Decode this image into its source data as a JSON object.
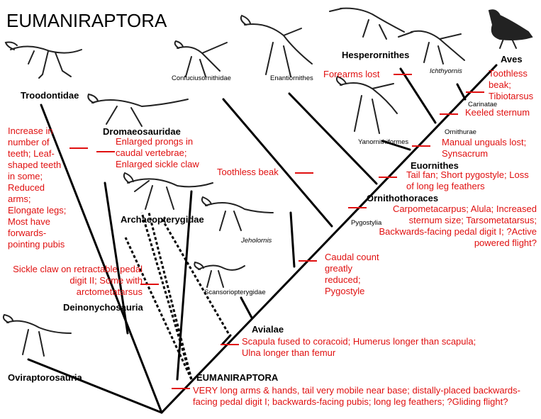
{
  "title": "EUMANIRAPTORA",
  "clades": {
    "troodontidae": "Troodontidae",
    "dromaeosauridae": "Dromaeosauridae",
    "archaeopterygidae": "Archaeopterygidae",
    "deinonychosauria": "Deinonychosauria",
    "oviraptorosauria": "Oviraptorosauria",
    "avialae": "Avialae",
    "eumaniraptora": "EUMANIRAPTORA",
    "hesperornithes": "Hesperornithes",
    "aves": "Aves",
    "euornithes": "Euornithes",
    "ornithothoraces": "Ornithothoraces"
  },
  "taxa": {
    "confuciusornithidae": "Confuciusornithidae",
    "enantiornithes": "Enantiornithes",
    "ichthyornis": "Ichthyornis",
    "carinatae": "Carinatae",
    "ornithurae": "Ornithurae",
    "yanornithiformes": "Yanornithiformes",
    "pygostylia": "Pygostylia",
    "jeholornis": "Jeholornis",
    "scansoriopterygidae": "Scansoriopterygidae"
  },
  "traits": {
    "troodontidae": "Increase in number of teeth; Leaf-shaped teeth in some; Reduced arms; Elongate legs; Most have forwards-pointing pubis",
    "dromaeosauridae": "Enlarged prongs in caudal vertebrae; Enlarged sickle claw",
    "deinonychosauria": "Sickle claw on retractable pedal digit II; Some with arctometatarsus",
    "eumaniraptora": "VERY long arms & hands, tail very mobile near base; distally-placed backwards-facing pedal digit I; backwards-facing pubis; long leg feathers; ?Gliding flight?",
    "avialae": "Scapula fused to coracoid; Humerus longer than scapula; Ulna longer than femur",
    "pygostylia": "Caudal count greatly reduced; Pygostyle",
    "confuciusornithidae": "Toothless beak",
    "ornithothoraces": "Carpometacarpus; Alula; Increased sternum size; Tarsometatarsus; Backwards-facing pedal digit I; ?Active powered flight?",
    "euornithes": "Tail fan; Short pygostyle; Loss of long leg feathers",
    "ornithurae": "Manual unguals lost; Synsacrum",
    "carinatae": "Keeled sternum",
    "aves": "Toothless beak; Tibiotarsus",
    "hesperornithes": "Forearms lost"
  },
  "colors": {
    "trait": "#e01010",
    "tree": "#000000"
  },
  "icons": [
    "troodontid-skeleton-icon",
    "dromaeosaurid-skeleton-icon",
    "archaeopteryx-skeleton-icon",
    "jeholornis-skeleton-icon",
    "scansoriopterygid-skeleton-icon",
    "oviraptorosaur-skeleton-icon",
    "confuciusornis-skeleton-icon",
    "enantiornithine-skeleton-icon",
    "yanornis-skeleton-icon",
    "hesperornis-skeleton-icon",
    "ichthyornis-skeleton-icon",
    "modern-bird-icon"
  ]
}
